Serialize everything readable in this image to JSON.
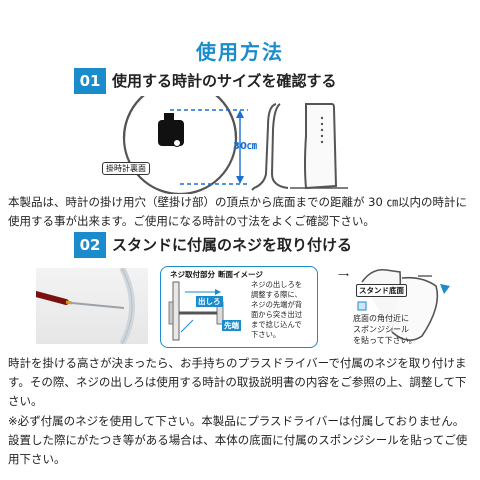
{
  "page_title": "使用方法",
  "step1": {
    "number": "01",
    "title": "使用する時計のサイズを確認する",
    "label_back": "掛時計裏面",
    "dimension": "30㎝",
    "text": "本製品は、時計の掛け用穴（壁掛け部）の頂点から底面までの距離が 30 ㎝以内の時計に使用する事が出来ます。ご使用になる時計の寸法をよくご確認下さい。"
  },
  "step2": {
    "number": "02",
    "title": "スタンドに付属のネジを取り付ける",
    "detail_header_1": "ネジ取付部分",
    "detail_header_2": "断面イメージ",
    "detail_text": [
      "ネジの出しろを",
      "調整する際に、",
      "ネジの先端が背",
      "面から突き出过",
      "まで捻じ込んで",
      "下さい。"
    ],
    "label_dashiro": "出しろ",
    "label_sentan": "先端",
    "label_stand_bottom": "スタンド底面",
    "sponge_text": [
      "底面の角付近に",
      "スポンジシール",
      "を貼って下さい。"
    ],
    "text_1": "時計を掛ける高さが決まったら、お手持ちのプラスドライバーで付属のネジを取り付けます。その際、ネジの出しろは使用する時計の取扱説明書の内容をご参照の上、調整して下さい。",
    "text_2": "※必ず付属のネジを使用して下さい。本製品にプラスドライバーは付属しておりません。設置した際にがたつき等がある場合は、本体の底面に付属のスポンジシールを貼ってご使用下さい。"
  },
  "colors": {
    "accent": "#1a8ccc",
    "text": "#222222"
  }
}
